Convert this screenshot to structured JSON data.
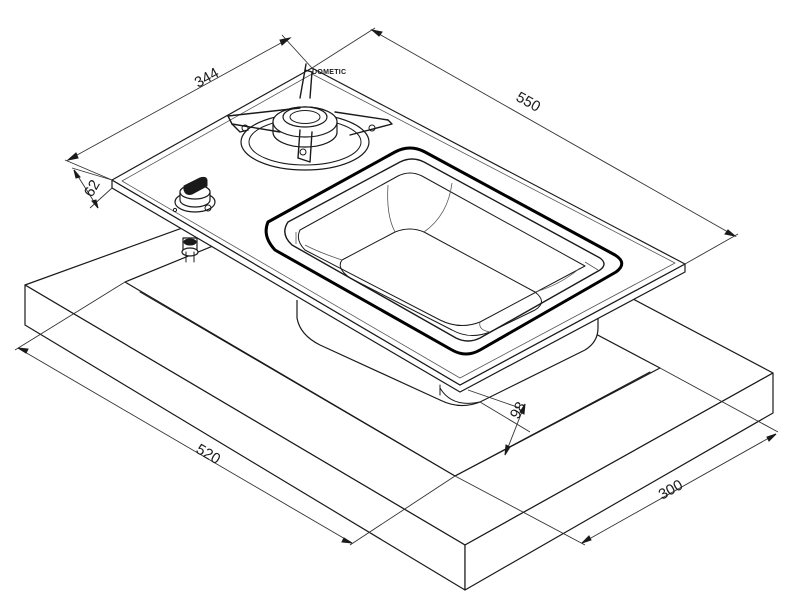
{
  "dimensions": {
    "top_width": "344",
    "top_length": "550",
    "burner_depth": "62",
    "cutout_length": "520",
    "cutout_width": "300",
    "sink_depth": "98"
  },
  "brand_text": "DOMETIC",
  "icons": {
    "burner": "gas-burner-icon",
    "knob": "control-knob-icon",
    "sink": "sink-basin-icon"
  },
  "colors": {
    "line": "#1a1a1a",
    "background": "#ffffff"
  }
}
